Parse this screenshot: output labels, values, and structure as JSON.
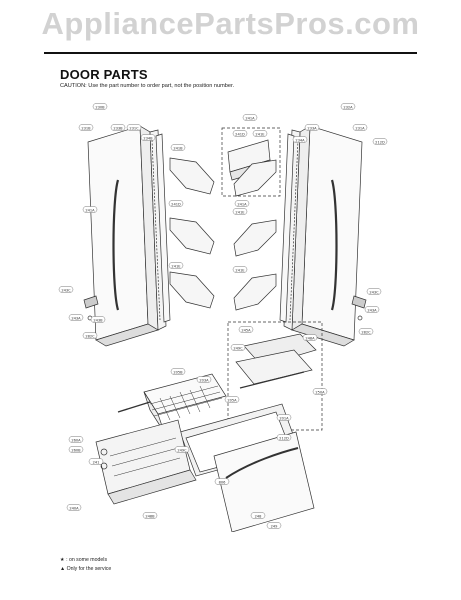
{
  "watermark": "AppliancePartsPros.com",
  "section_title": "DOOR PARTS",
  "caution": "CAUTION: Use the part number to order part, not the position number.",
  "callouts": [
    {
      "id": "c1",
      "label": "230B"
    },
    {
      "id": "c2",
      "label": "231B"
    },
    {
      "id": "c3",
      "label": "233B"
    },
    {
      "id": "c4",
      "label": "234B"
    },
    {
      "id": "c5",
      "label": "231C"
    },
    {
      "id": "c6",
      "label": "241B"
    },
    {
      "id": "c7",
      "label": "241A"
    },
    {
      "id": "c8",
      "label": "241D"
    },
    {
      "id": "c9",
      "label": "241E"
    },
    {
      "id": "c10",
      "label": "232A"
    },
    {
      "id": "c11",
      "label": "233A"
    },
    {
      "id": "c12",
      "label": "231A"
    },
    {
      "id": "c13",
      "label": "234A"
    },
    {
      "id": "c14",
      "label": "212D"
    },
    {
      "id": "c15",
      "label": "241A"
    },
    {
      "id": "c16",
      "label": "241D"
    },
    {
      "id": "c17",
      "label": "241E"
    },
    {
      "id": "c18",
      "label": "241E"
    },
    {
      "id": "c19",
      "label": "241E"
    },
    {
      "id": "c20",
      "label": "241A"
    },
    {
      "id": "c21",
      "label": "243C"
    },
    {
      "id": "c22",
      "label": "243A"
    },
    {
      "id": "c23",
      "label": "243B"
    },
    {
      "id": "c24",
      "label": "282C"
    },
    {
      "id": "c25",
      "label": "243C"
    },
    {
      "id": "c26",
      "label": "243A"
    },
    {
      "id": "c27",
      "label": "282C"
    },
    {
      "id": "c28",
      "label": "245A"
    },
    {
      "id": "c29",
      "label": "249C"
    },
    {
      "id": "c30",
      "label": "248A"
    },
    {
      "id": "c31",
      "label": "250A"
    },
    {
      "id": "c32",
      "label": "203A"
    },
    {
      "id": "c33",
      "label": "205B"
    },
    {
      "id": "c34",
      "label": "205A"
    },
    {
      "id": "c35",
      "label": "201A"
    },
    {
      "id": "c36",
      "label": "212D"
    },
    {
      "id": "c37",
      "label": "260A"
    },
    {
      "id": "c38",
      "label": "260B"
    },
    {
      "id": "c39",
      "label": "806"
    },
    {
      "id": "c40",
      "label": "240A"
    },
    {
      "id": "c41",
      "label": "249C"
    },
    {
      "id": "c42",
      "label": "248B"
    },
    {
      "id": "c43",
      "label": "248"
    },
    {
      "id": "c44",
      "label": "249"
    },
    {
      "id": "c45",
      "label": "241"
    }
  ],
  "notes": {
    "star": "★ : on some models",
    "triangle": "▲ Only for the service"
  }
}
